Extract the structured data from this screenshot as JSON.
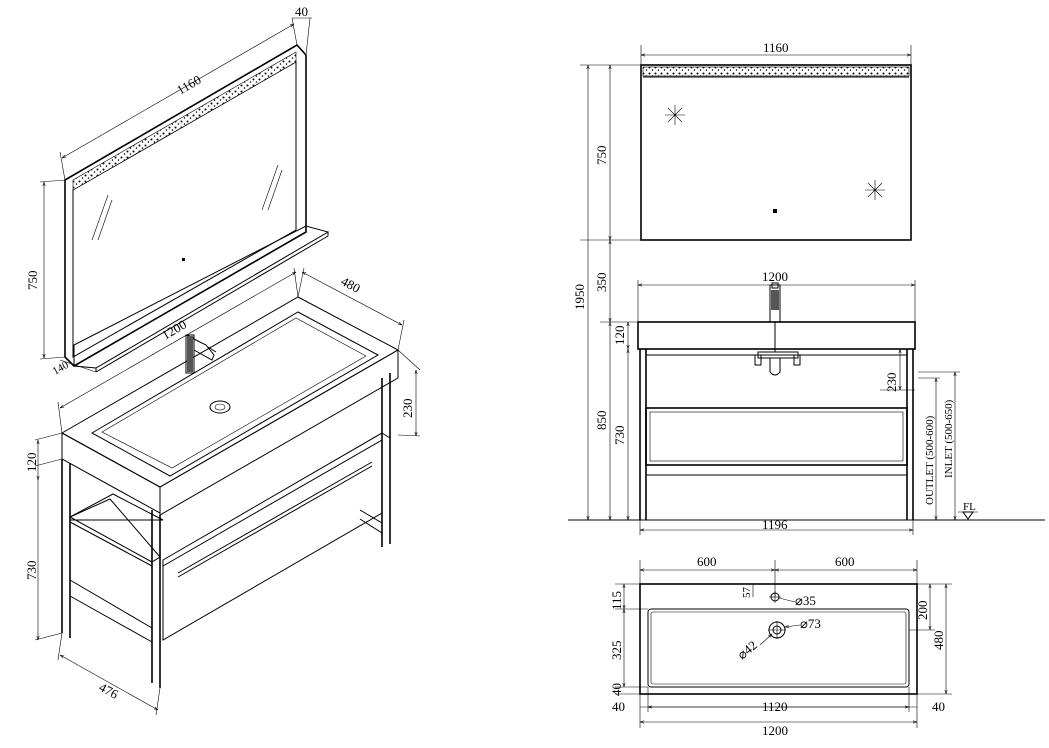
{
  "iso_view": {
    "mirror_width": "1160",
    "mirror_depth": "40",
    "mirror_height": "750",
    "shelf_depth": "140",
    "vanity_width": "1200",
    "vanity_depth": "480",
    "basin_depth": "230",
    "top_height": "120",
    "leg_height": "730",
    "frame_depth": "476"
  },
  "front_view": {
    "mirror_width": "1160",
    "mirror_height": "750",
    "total_height": "1950",
    "gap": "350",
    "vanity_width": "1200",
    "top_height": "120",
    "vanity_height": "850",
    "cabinet_height": "730",
    "drain_depth": "230",
    "outlet_label": "OUTLET (500-600)",
    "inlet_label": "INLET (500-650)",
    "floor_label": "FL",
    "base_width": "1196"
  },
  "top_view": {
    "half_left": "600",
    "half_right": "600",
    "tap_offset": "57",
    "tap_hole": "⌀35",
    "drain_outer": "⌀73",
    "drain_inner": "⌀42",
    "back_edge": "115",
    "basin_length": "325",
    "front_edge": "40",
    "inner_to_back": "200",
    "depth": "480",
    "side_left": "40",
    "inner_width": "1120",
    "side_right": "40",
    "overall_width": "1200"
  }
}
